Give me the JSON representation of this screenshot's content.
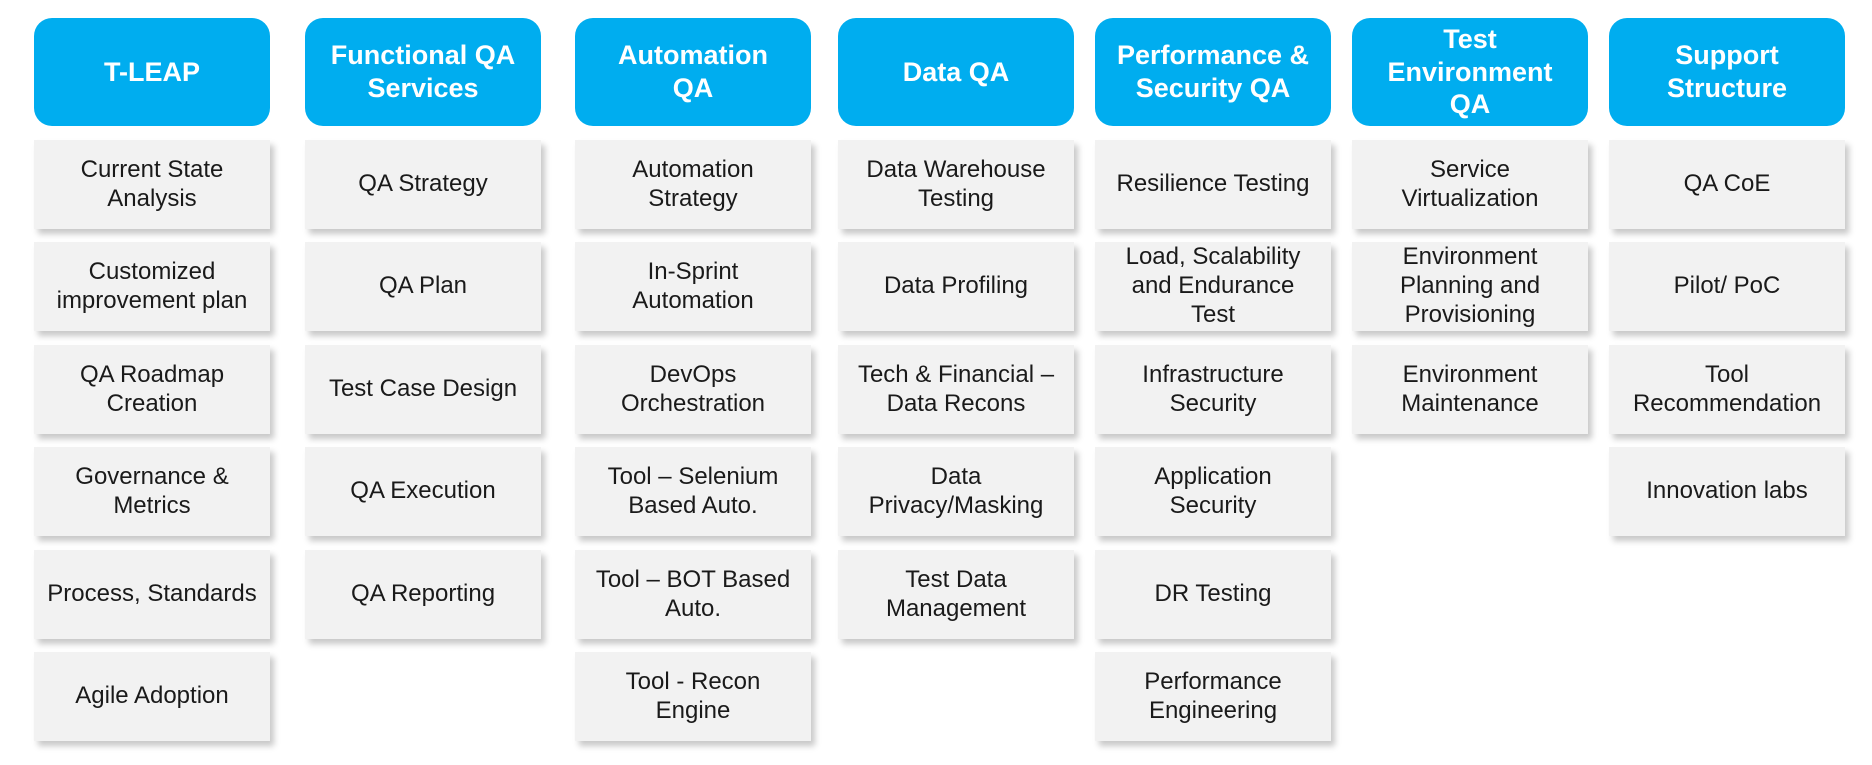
{
  "colors": {
    "header": "#00ADEF",
    "card": "#F2F2F2",
    "header_text": "#FFFFFF",
    "card_text": "#1A1A1A"
  },
  "columns": [
    {
      "title": "T-LEAP",
      "items": [
        "Current State\nAnalysis",
        "Customized\nimprovement plan",
        "QA Roadmap\nCreation",
        "Governance &\nMetrics",
        "Process, Standards",
        "Agile Adoption"
      ]
    },
    {
      "title": "Functional QA\nServices",
      "items": [
        "QA Strategy",
        "QA Plan",
        "Test Case Design",
        "QA Execution",
        "QA Reporting"
      ]
    },
    {
      "title": "Automation\nQA",
      "items": [
        "Automation\nStrategy",
        "In-Sprint\nAutomation",
        "DevOps\nOrchestration",
        "Tool – Selenium\nBased Auto.",
        "Tool – BOT Based\nAuto.",
        "Tool  - Recon\nEngine"
      ]
    },
    {
      "title": "Data QA",
      "items": [
        "Data Warehouse\nTesting",
        "Data Profiling",
        "Tech & Financial –\nData Recons",
        "Data\nPrivacy/Masking",
        "Test Data\nManagement"
      ]
    },
    {
      "title": "Performance &\nSecurity QA",
      "items": [
        "Resilience Testing",
        "Load, Scalability\nand Endurance\nTest",
        "Infrastructure\nSecurity",
        "Application\nSecurity",
        "DR Testing",
        "Performance\nEngineering"
      ]
    },
    {
      "title": "Test\nEnvironment\nQA",
      "items": [
        "Service\nVirtualization",
        "Environment\nPlanning and\nProvisioning",
        "Environment\nMaintenance"
      ]
    },
    {
      "title": "Support\nStructure",
      "items": [
        "QA CoE",
        "Pilot/ PoC",
        "Tool\nRecommendation",
        "Innovation labs"
      ]
    }
  ]
}
